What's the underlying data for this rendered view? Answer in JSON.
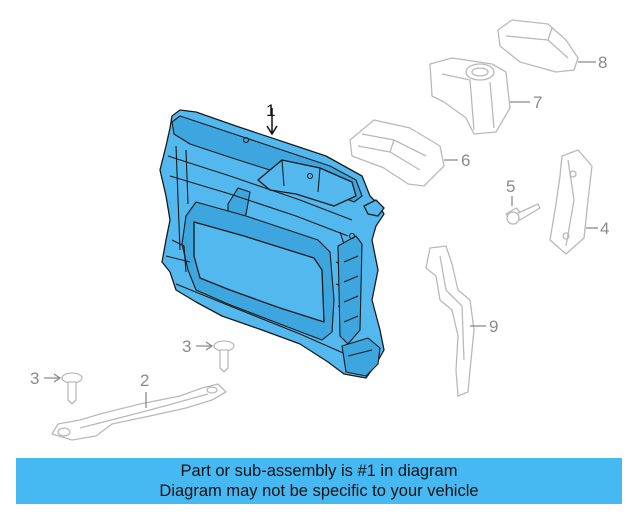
{
  "diagram": {
    "callouts": {
      "main": "1",
      "c2": "2",
      "c3a": "3",
      "c3b": "3",
      "c4": "4",
      "c5": "5",
      "c6": "6",
      "c7": "7",
      "c8": "8",
      "c9": "9"
    },
    "colors": {
      "highlight": "#53b8ee",
      "ghost_outline": "#b9b9b9",
      "callout_gray": "#8a8a8a"
    }
  },
  "banner": {
    "line1": "Part or sub-assembly is #1 in diagram",
    "line2": "Diagram may not be specific to your vehicle",
    "background": "#46b9f2"
  }
}
